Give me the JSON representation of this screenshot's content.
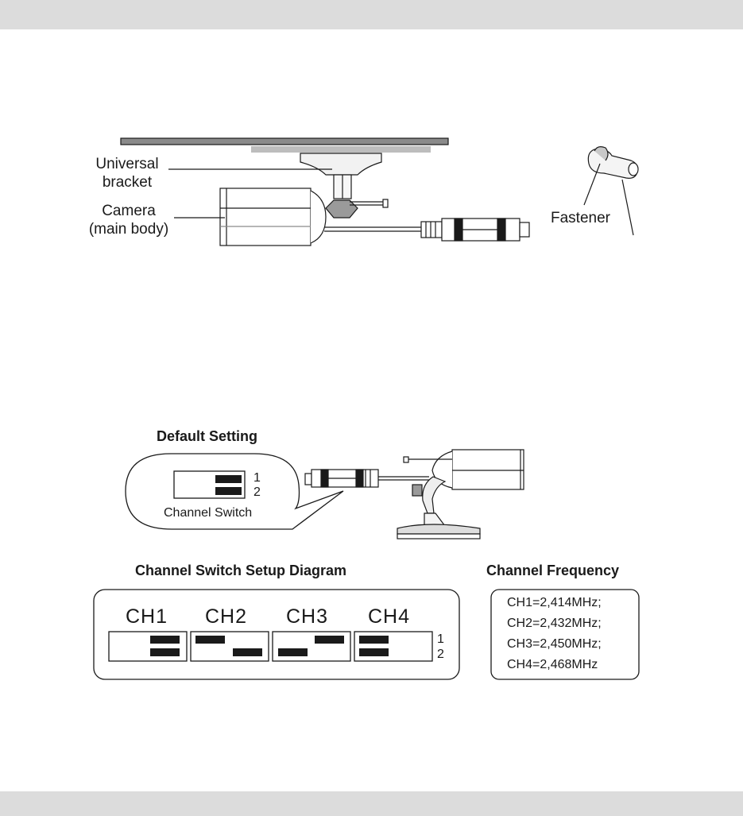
{
  "top_figure": {
    "labels": {
      "bracket_line1": "Universal",
      "bracket_line2": "bracket",
      "camera_line1": "Camera",
      "camera_line2": "(main body)",
      "fastener": "Fastener"
    }
  },
  "default_setting": {
    "title": "Default Setting",
    "switch_label": "Channel Switch",
    "row1": "1",
    "row2": "2"
  },
  "setup_diagram": {
    "title": "Channel Switch Setup Diagram",
    "channels": [
      "CH1",
      "CH2",
      "CH3",
      "CH4"
    ],
    "row1": "1",
    "row2": "2"
  },
  "frequency": {
    "title": "Channel Frequency",
    "lines": [
      "CH1=2,414MHz;",
      "CH2=2,432MHz;",
      "CH3=2,450MHz;",
      "CH4=2,468MHz"
    ]
  },
  "colors": {
    "band": "#dcdcdc",
    "ink": "#1a1a1a",
    "light_gray": "#bdbdbd"
  }
}
